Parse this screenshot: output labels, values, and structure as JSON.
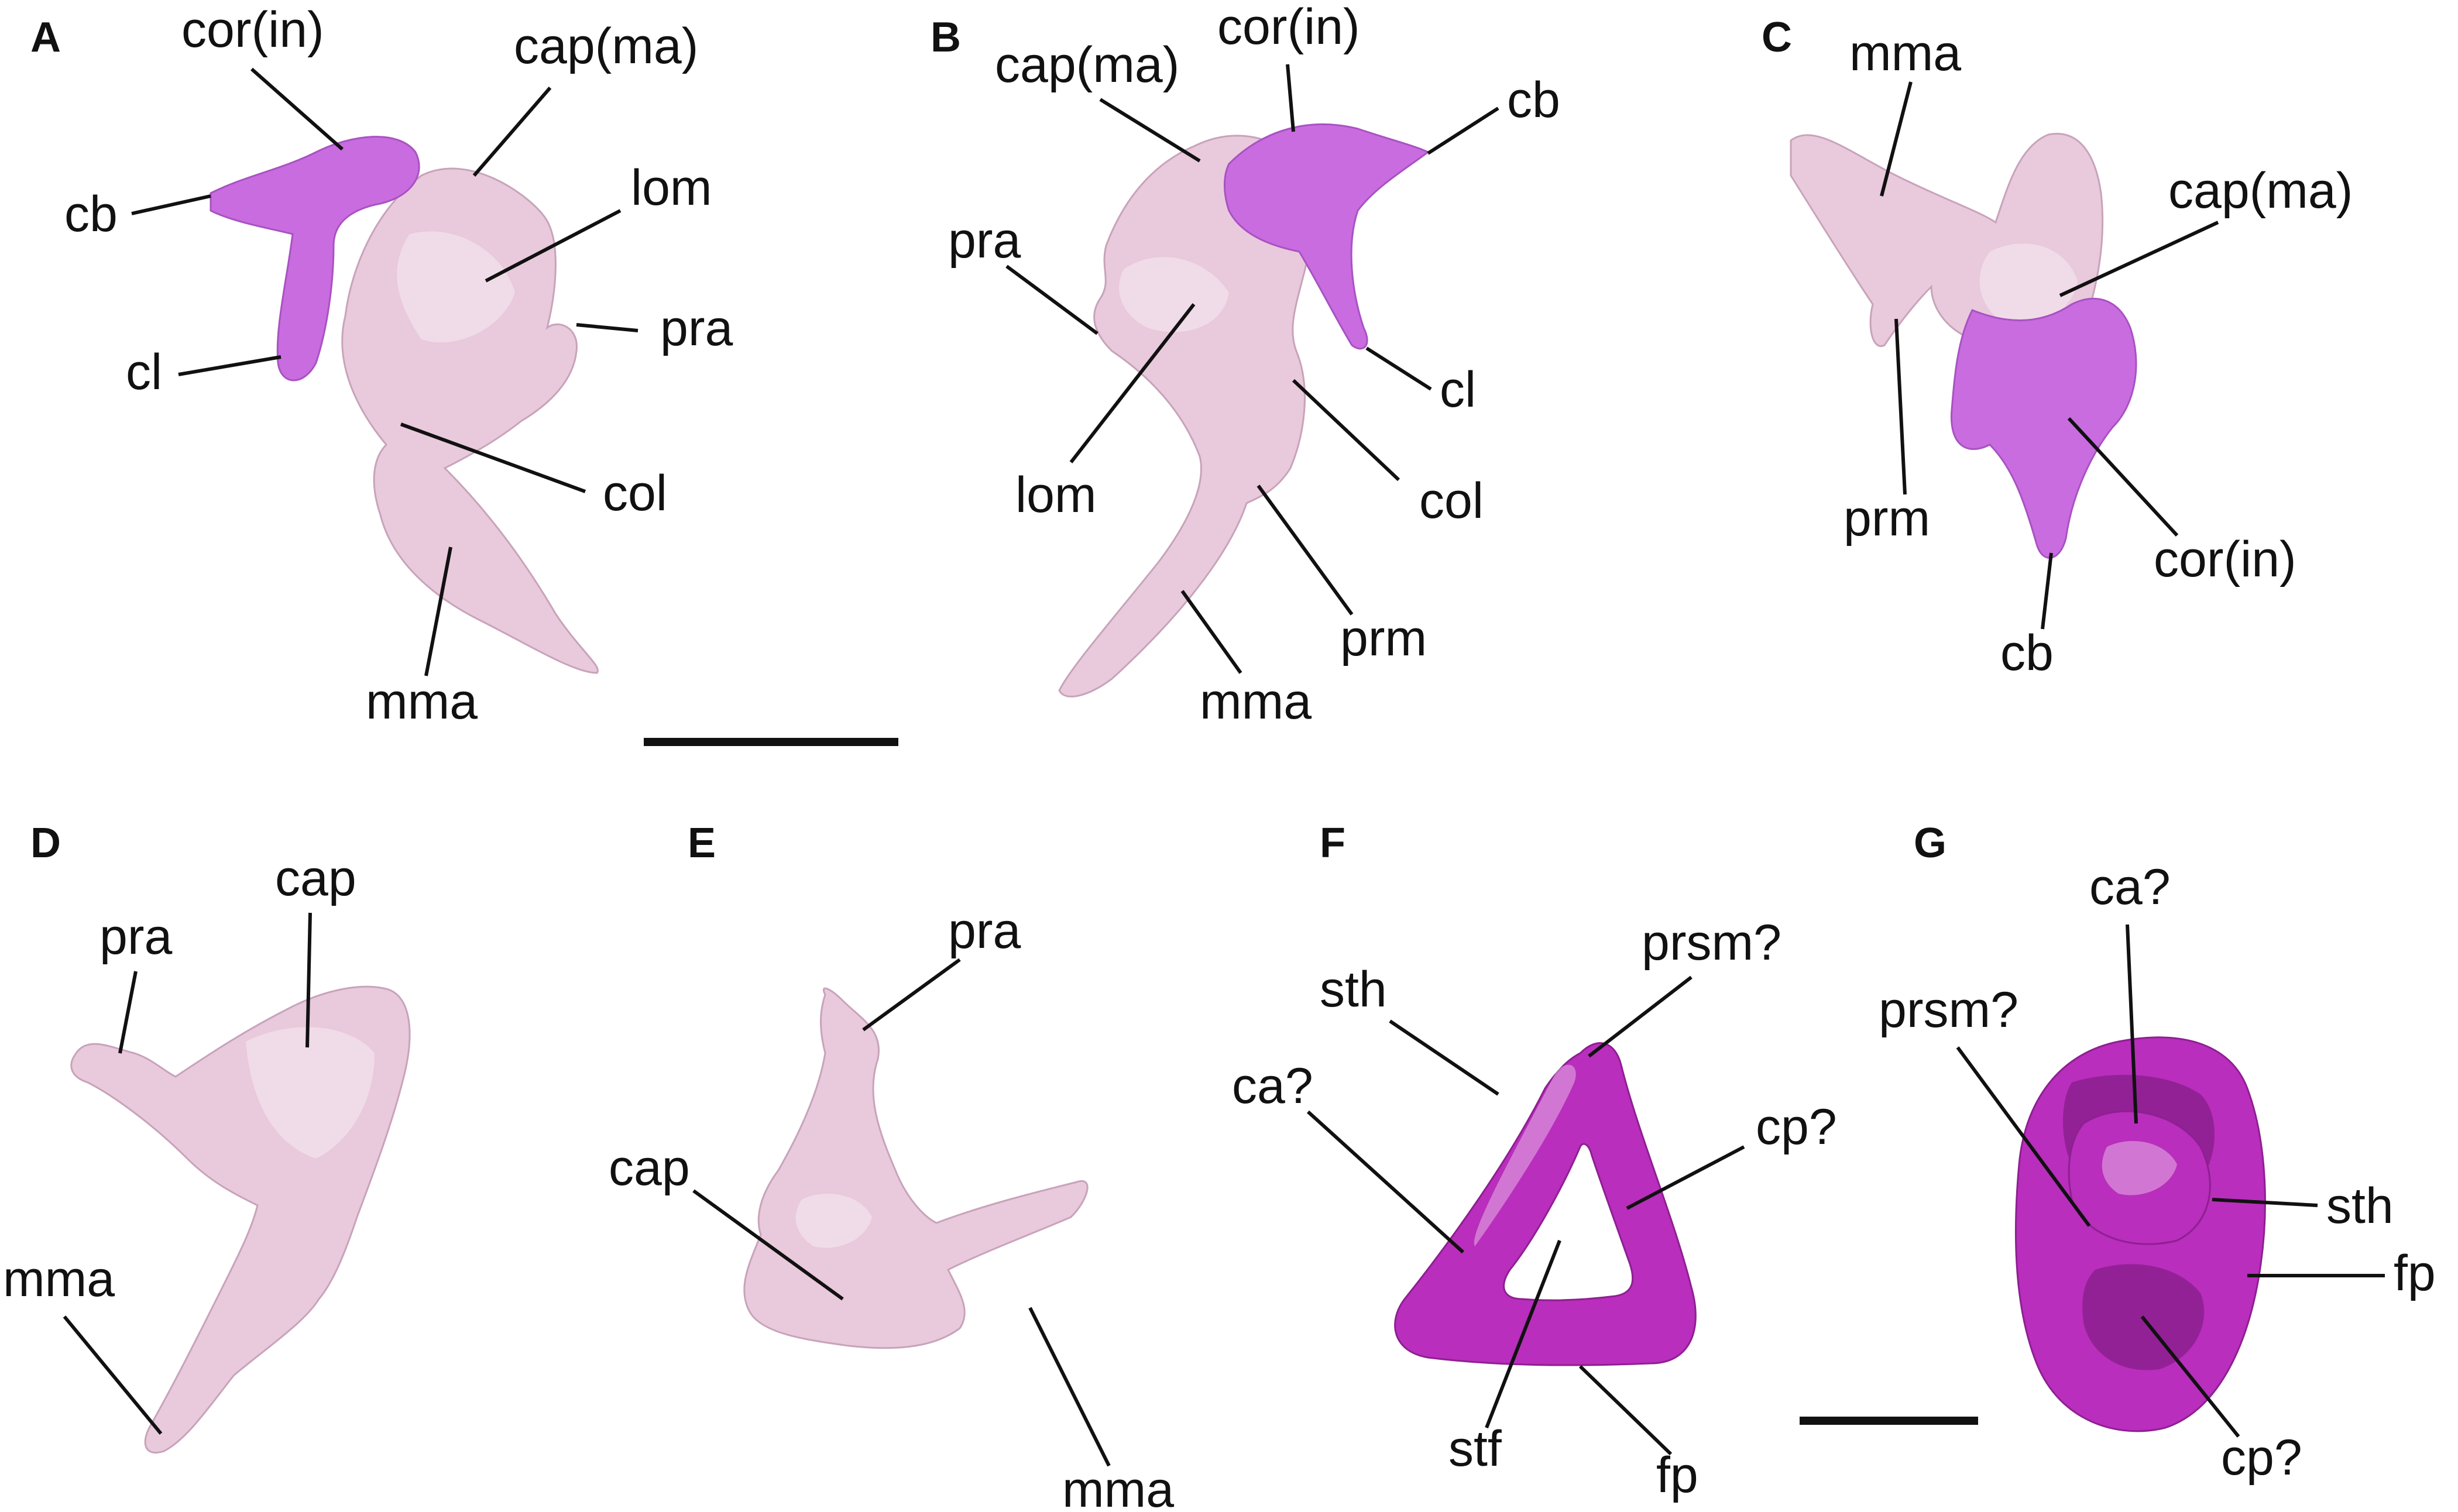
{
  "panels": [
    {
      "id": "A",
      "letter": "A",
      "labels": [
        "cor(in)",
        "cap(ma)",
        "cb",
        "lom",
        "pra",
        "cl",
        "col",
        "mma"
      ]
    },
    {
      "id": "B",
      "letter": "B",
      "labels": [
        "cor(in)",
        "cap(ma)",
        "cb",
        "pra",
        "cl",
        "lom",
        "col",
        "prm",
        "mma"
      ]
    },
    {
      "id": "C",
      "letter": "C",
      "labels": [
        "mma",
        "cap(ma)",
        "prm",
        "cor(in)",
        "cb"
      ]
    },
    {
      "id": "D",
      "letter": "D",
      "labels": [
        "cap",
        "pra",
        "mma"
      ]
    },
    {
      "id": "E",
      "letter": "E",
      "labels": [
        "pra",
        "cap",
        "mma"
      ]
    },
    {
      "id": "F",
      "letter": "F",
      "labels": [
        "prsm?",
        "sth",
        "ca?",
        "cp?",
        "stf",
        "fp"
      ]
    },
    {
      "id": "G",
      "letter": "G",
      "labels": [
        "ca?",
        "prsm?",
        "sth",
        "fp",
        "cp?"
      ]
    }
  ],
  "colors": {
    "malleus": "#e9c9dc",
    "incus": "#c86ce0",
    "stapes": "#b92ebc"
  }
}
